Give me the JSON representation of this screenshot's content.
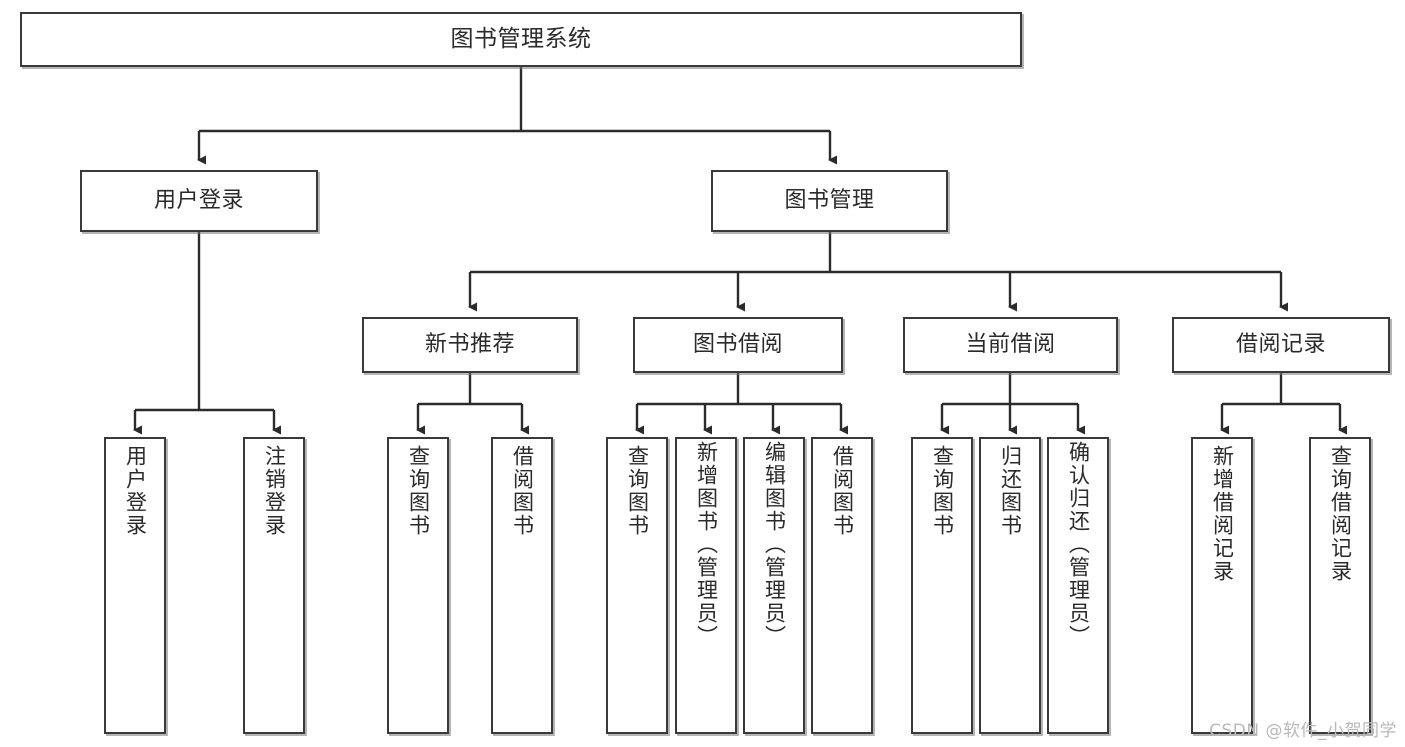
{
  "diagram": {
    "title": "图书管理系统",
    "watermark": "CSDN @软件_小贺同学",
    "colors": {
      "box_border": "#3a3a3a",
      "box_fill": "#ffffff",
      "edge": "#2b2b2b",
      "text": "#2a2a2a",
      "watermark": "#b9b9b9"
    },
    "levels": {
      "root": {
        "label": "图书管理系统"
      },
      "level1": [
        {
          "label": "用户登录"
        },
        {
          "label": "图书管理"
        }
      ],
      "level2": [
        {
          "label": "新书推荐"
        },
        {
          "label": "图书借阅"
        },
        {
          "label": "当前借阅"
        },
        {
          "label": "借阅记录"
        }
      ],
      "leaves": {
        "user_login": [
          {
            "label": "用户登录"
          },
          {
            "label": "注销登录"
          }
        ],
        "new_book_recommend": [
          {
            "label": "查询图书"
          },
          {
            "label": "借阅图书"
          }
        ],
        "book_borrow": [
          {
            "label": "查询图书"
          },
          {
            "label": "新增图书（管理员）"
          },
          {
            "label": "编辑图书（管理员）"
          },
          {
            "label": "借阅图书"
          }
        ],
        "current_borrow": [
          {
            "label": "查询图书"
          },
          {
            "label": "归还图书"
          },
          {
            "label": "确认归还（管理员）"
          }
        ],
        "borrow_record": [
          {
            "label": "新增借阅记录"
          },
          {
            "label": "查询借阅记录"
          }
        ]
      }
    }
  }
}
